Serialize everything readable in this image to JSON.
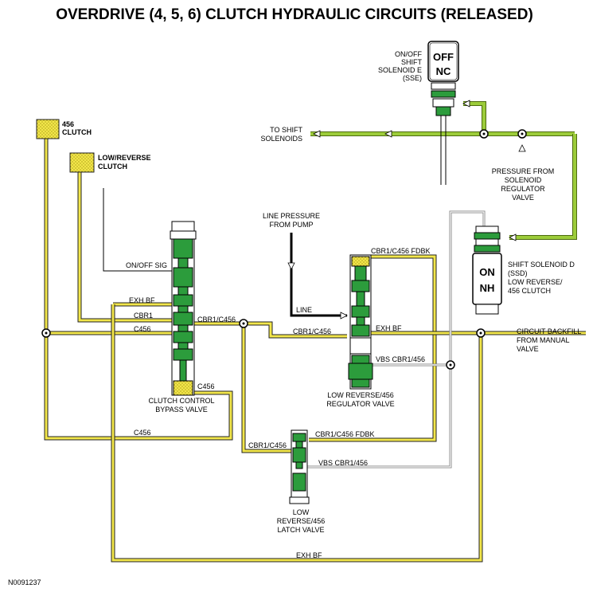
{
  "title": "OVERDRIVE (4, 5, 6) CLUTCH HYDRAULIC CIRCUITS (RELEASED)",
  "figure_id": "N0091237",
  "colors": {
    "circuit_exhaust": "#f2e64a",
    "circuit_exhaust_dots": "#8a7a00",
    "circuit_solenoid": "#9ccc3a",
    "valve_body": "#2c9c3c",
    "line_pressure": "#000000",
    "vbs_line": "#b0b0b0"
  },
  "labels": {
    "clutch_456_l1": "456",
    "clutch_456_l2": "CLUTCH",
    "low_reverse_l1": "LOW/REVERSE",
    "low_reverse_l2": "CLUTCH",
    "sse_l1": "ON/OFF",
    "sse_l2": "SHIFT",
    "sse_l3": "SOLENOID E",
    "sse_l4": "(SSE)",
    "sse_off": "OFF",
    "sse_nc": "NC",
    "to_shift_l1": "TO SHIFT",
    "to_shift_l2": "SOLENOIDS",
    "pfsr_l1": "PRESSURE FROM",
    "pfsr_l2": "SOLENOID",
    "pfsr_l3": "REGULATOR",
    "pfsr_l4": "VALVE",
    "line_pressure_l1": "LINE PRESSURE",
    "line_pressure_l2": "FROM PUMP",
    "line": "LINE",
    "on_off_sig": "ON/OFF SIG",
    "exh_bf_top": "EXH BF",
    "cbr1": "CBR1",
    "c456_a": "C456",
    "cbr1_c456_a": "CBR1/C456",
    "cbr1_c456_b": "CBR1/C456",
    "cbr1_c456_fdbk_a": "CBR1/C456 FDBK",
    "exh_bf_mid": "EXH BF",
    "vbs_cbr1_456_a": "VBS CBR1/456",
    "ssd_on": "ON",
    "ssd_nh": "NH",
    "ssd_l1": "SHIFT SOLENOID D",
    "ssd_l2": "(SSD)",
    "ssd_l3": "LOW REVERSE/",
    "ssd_l4": "456 CLUTCH",
    "backfill_l1": "CIRCUIT BACKFILL",
    "backfill_l2": "FROM MANUAL",
    "backfill_l3": "VALVE",
    "c456_b": "C456",
    "ccb_l1": "CLUTCH CONTROL",
    "ccb_l2": "BYPASS VALVE",
    "lrr_l1": "LOW REVERSE/456",
    "lrr_l2": "REGULATOR VALVE",
    "c456_c": "C456",
    "cbr1_c456_c": "CBR1/C456",
    "cbr1_c456_fdbk_b": "CBR1/C456 FDBK",
    "vbs_cbr1_456_b": "VBS CBR1/456",
    "latch_l1": "LOW",
    "latch_l2": "REVERSE/456",
    "latch_l3": "LATCH VALVE",
    "exh_bf_bottom": "EXH BF"
  }
}
